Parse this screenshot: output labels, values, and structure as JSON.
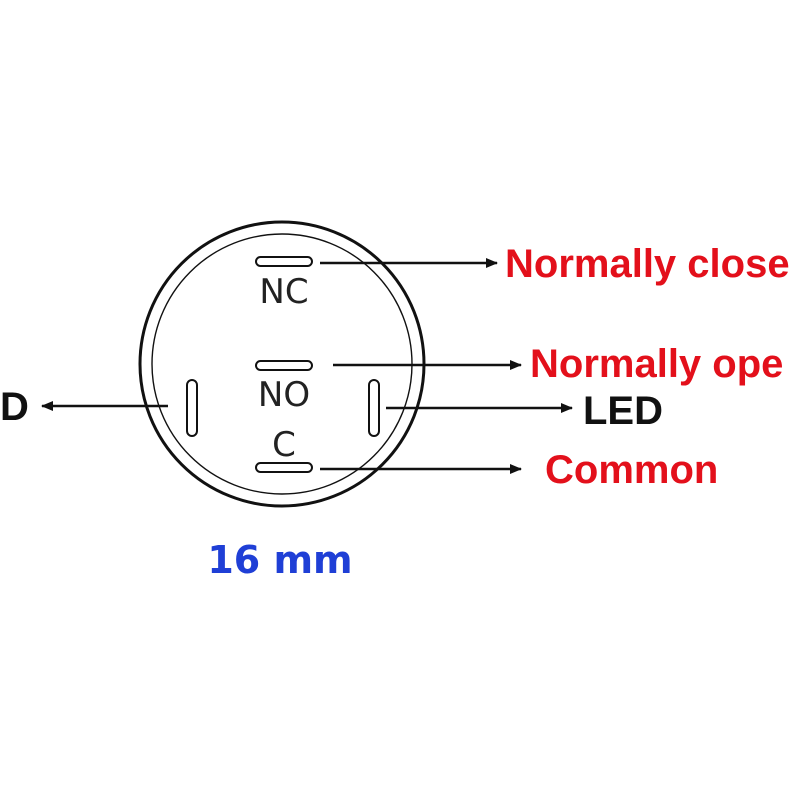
{
  "pins": {
    "nc": "NC",
    "no": "NO",
    "c": "C"
  },
  "callouts": {
    "normally_close": "Normally close",
    "normally_open": "Normally ope",
    "led_right": "LED",
    "led_left": "D",
    "common": "Common"
  },
  "size": "16 mm",
  "colors": {
    "callout_red": "#e3101b",
    "callout_black": "#111111",
    "size_blue": "#1f3fd6",
    "outline": "#111111"
  }
}
